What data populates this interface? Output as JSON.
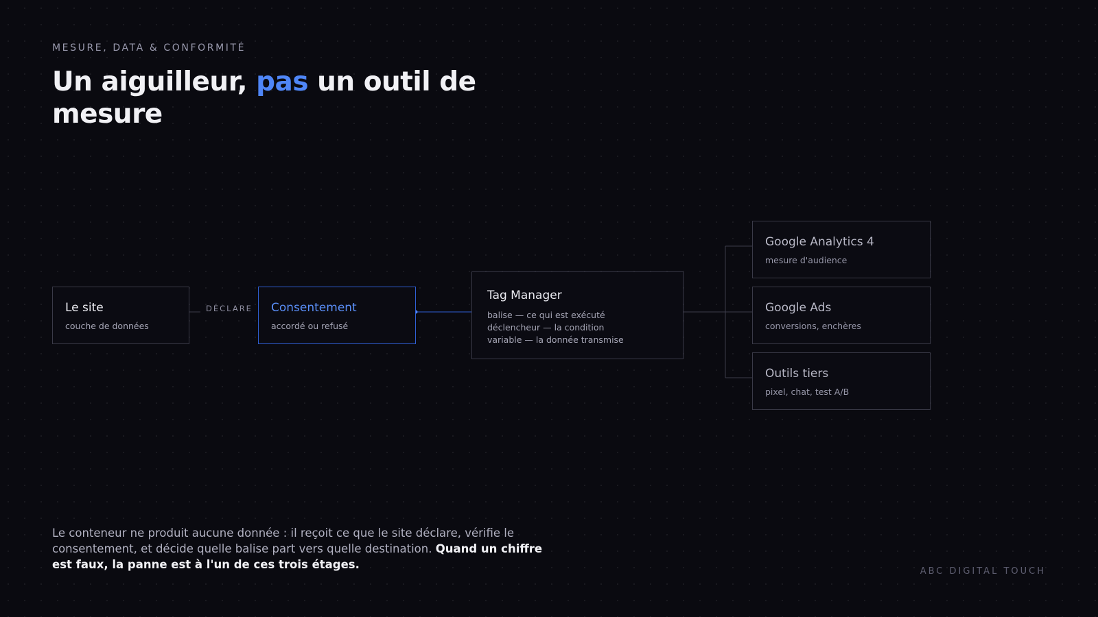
{
  "eyebrow": "MESURE, DATA & CONFORMITÉ",
  "title": {
    "part1": "Un aiguilleur, ",
    "accent": "pas",
    "part2": " un outil de mesure"
  },
  "diagram": {
    "site": {
      "title": "Le site",
      "subtitle": "couche de données"
    },
    "edge_label": "DÉCLARE",
    "consent": {
      "title": "Consentement",
      "subtitle": "accordé ou refusé"
    },
    "tag_manager": {
      "title": "Tag Manager",
      "lines": [
        "balise — ce qui est exécuté",
        "déclencheur — la condition",
        "variable — la donnée transmise"
      ]
    },
    "destinations": [
      {
        "title": "Google Analytics 4",
        "subtitle": "mesure d'audience"
      },
      {
        "title": "Google Ads",
        "subtitle": "conversions, enchères"
      },
      {
        "title": "Outils tiers",
        "subtitle": "pixel, chat, test A/B"
      }
    ]
  },
  "footnote": {
    "normal": "Le conteneur ne produit aucune donnée : il reçoit ce que le site déclare, vérifie le consentement, et décide quelle balise part vers quelle destination. ",
    "strong": "Quand un chiffre est faux, la panne est à l'un de ces trois étages."
  },
  "brand": "ABC DIGITAL TOUCH",
  "colors": {
    "accent": "#4f86f7",
    "background": "#0a0a10",
    "border": "#3a3a48",
    "consent_border": "#2f5fd4"
  }
}
